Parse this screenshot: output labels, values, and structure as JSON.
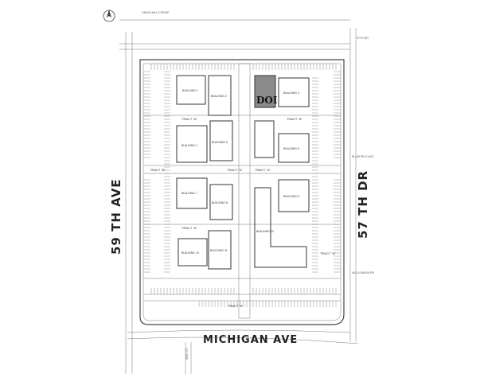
{
  "streets": {
    "west": "59 TH AVE",
    "east": "57 TH DR",
    "south": "MICHIGAN AVE",
    "north": "UNION HILLS DRIVE",
    "ne_label": "57TH DR",
    "bluefield": "BLUEFIELD AVE",
    "villa_maria": "VILLA MARIA DR",
    "south_small": "58TH ST"
  },
  "highlight": {
    "label": "DOI",
    "fill": "#8a8a8a"
  },
  "buildings": [
    {
      "id": "b-nw1",
      "label": "BUILDING 1"
    },
    {
      "id": "b-n2",
      "label": "BUILDING 2"
    },
    {
      "id": "b-ne3",
      "label": "BUILDING 3"
    },
    {
      "id": "b-w4",
      "label": "BUILDING 4"
    },
    {
      "id": "b-c5",
      "label": "BUILDING 5"
    },
    {
      "id": "b-e6",
      "label": "BUILDING 6"
    },
    {
      "id": "b-w7",
      "label": "BUILDING 7"
    },
    {
      "id": "b-c8",
      "label": "BUILDING 8"
    },
    {
      "id": "b-e9",
      "label": "BUILDING 9"
    },
    {
      "id": "b-sw10",
      "label": "BUILDING 10"
    },
    {
      "id": "b-s11",
      "label": "BUILDING 11"
    },
    {
      "id": "b-l12",
      "label": "BUILDING 12"
    }
  ],
  "tracts": {
    "a": "TRACT \"A\"",
    "b": "TRACT \"B\""
  }
}
